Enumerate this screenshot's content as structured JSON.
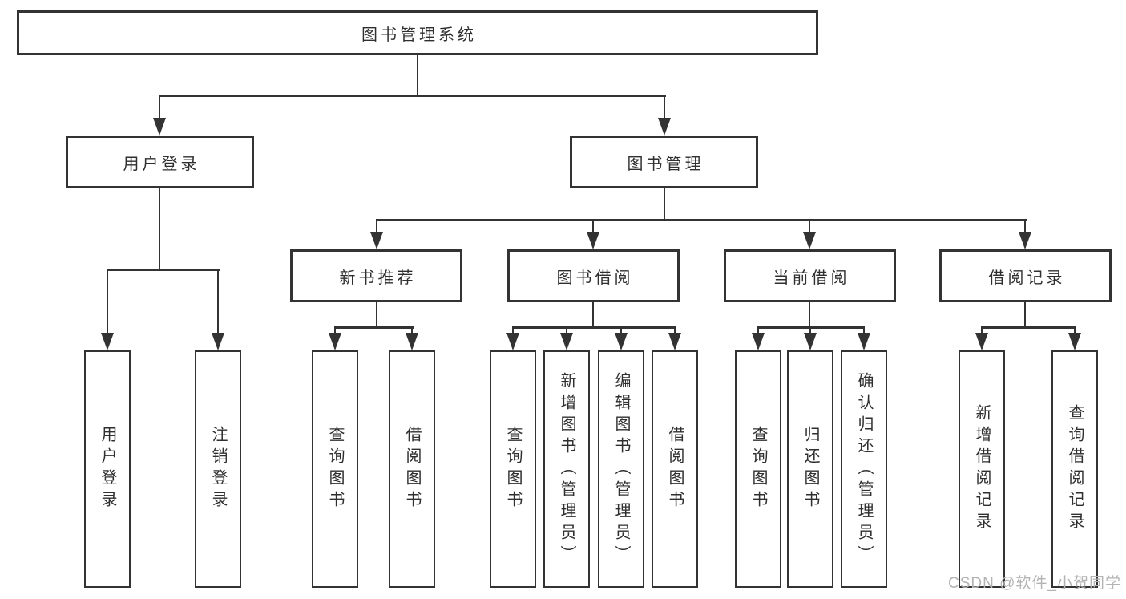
{
  "tree": {
    "root": "图书管理系统",
    "branches": [
      {
        "label": "用户登录",
        "children": [
          "用户登录",
          "注销登录"
        ]
      },
      {
        "label": "图书管理",
        "groups": [
          {
            "label": "新书推荐",
            "children": [
              "查询图书",
              "借阅图书"
            ]
          },
          {
            "label": "图书借阅",
            "children": [
              "查询图书",
              "新增图书（管理员）",
              "编辑图书（管理员）",
              "借阅图书"
            ]
          },
          {
            "label": "当前借阅",
            "children": [
              "查询图书",
              "归还图书",
              "确认归还（管理员）"
            ]
          },
          {
            "label": "借阅记录",
            "children": [
              "新增借阅记录",
              "查询借阅记录"
            ]
          }
        ]
      }
    ]
  },
  "watermark": {
    "text": "CSDN @软件_小贺同学"
  },
  "colors": {
    "line": "#333333",
    "text": "#2f2f2f",
    "watermark": "#b3b3b3",
    "background": "#ffffff"
  }
}
